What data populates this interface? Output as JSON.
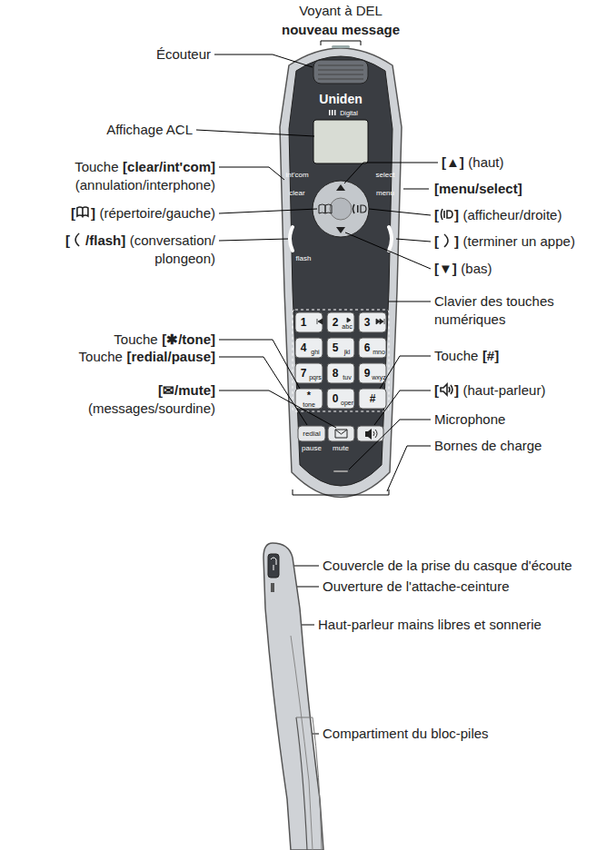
{
  "diagram": {
    "labels": [
      "Voyant à DEL",
      "nouveau message",
      "Écouteur",
      "Affichage ACL",
      "Touche",
      "[clear/int'com]",
      "(annulation/interphone)",
      "[▲]",
      "(haut)",
      "[menu/select]",
      "[]",
      "(répertoire/gauche)",
      "[]",
      "(afficheur/droite)",
      "[/flash]",
      "(conversation/",
      "plongeon)",
      "[]",
      "(terminer un appe)",
      "[▼]",
      "(bas)",
      "Clavier des touches",
      "numériques",
      "Touche",
      "[✱/tone]",
      "Touche",
      "[#]",
      "Touche",
      "[redial/pause]",
      "[]",
      "(haut-parleur)",
      "[✉/mute]",
      "(messages/sourdine)",
      "Microphone",
      "Bornes de charge",
      "Couvercle de la prise du casque d'écoute",
      "Ouverture de l'attache-ceinture",
      "Haut-parleur mains libres et sonnerie",
      "Compartiment du bloc-piles",
      "Uniden",
      "Digital",
      "int'com",
      "clear",
      "select",
      "menu",
      "flash",
      "1",
      "2",
      "abc",
      "3",
      "4",
      "ghi",
      "5",
      "jkl",
      "6",
      "mno",
      "7",
      "pqrs",
      "8",
      "tuv",
      "9",
      "wxyz",
      "*",
      "tone",
      "0",
      "oper",
      "#",
      "redial",
      "pause",
      "mute"
    ]
  }
}
